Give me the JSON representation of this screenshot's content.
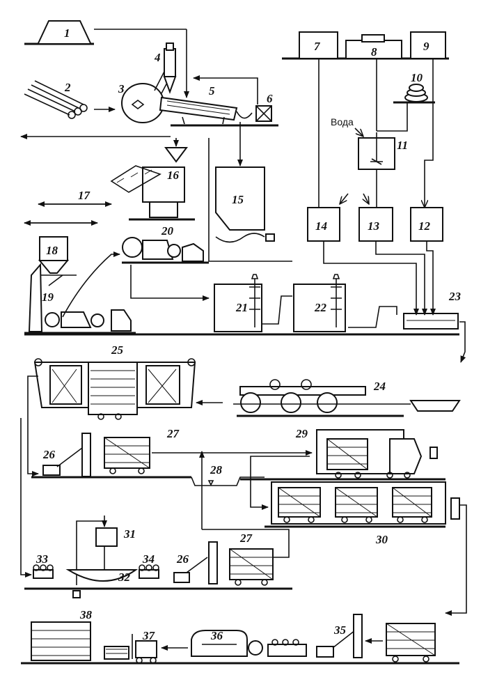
{
  "labels": {
    "n1": "1",
    "n2": "2",
    "n3": "3",
    "n4": "4",
    "n5": "5",
    "n6": "6",
    "n7": "7",
    "n8": "8",
    "n9": "9",
    "n10": "10",
    "n11": "11",
    "n12": "12",
    "n13": "13",
    "n14": "14",
    "n15": "15",
    "n16": "16",
    "n17": "17",
    "n18": "18",
    "n19": "19",
    "n20": "20",
    "n21": "21",
    "n22": "22",
    "n23": "23",
    "n24": "24",
    "n25": "25",
    "n26a": "26",
    "n26b": "26",
    "n27a": "27",
    "n27b": "27",
    "n28": "28",
    "n29": "29",
    "n30": "30",
    "n31": "31",
    "n32": "32",
    "n33": "33",
    "n34": "34",
    "n35": "35",
    "n36": "36",
    "n37": "37",
    "n38": "38",
    "water": "Вода"
  }
}
